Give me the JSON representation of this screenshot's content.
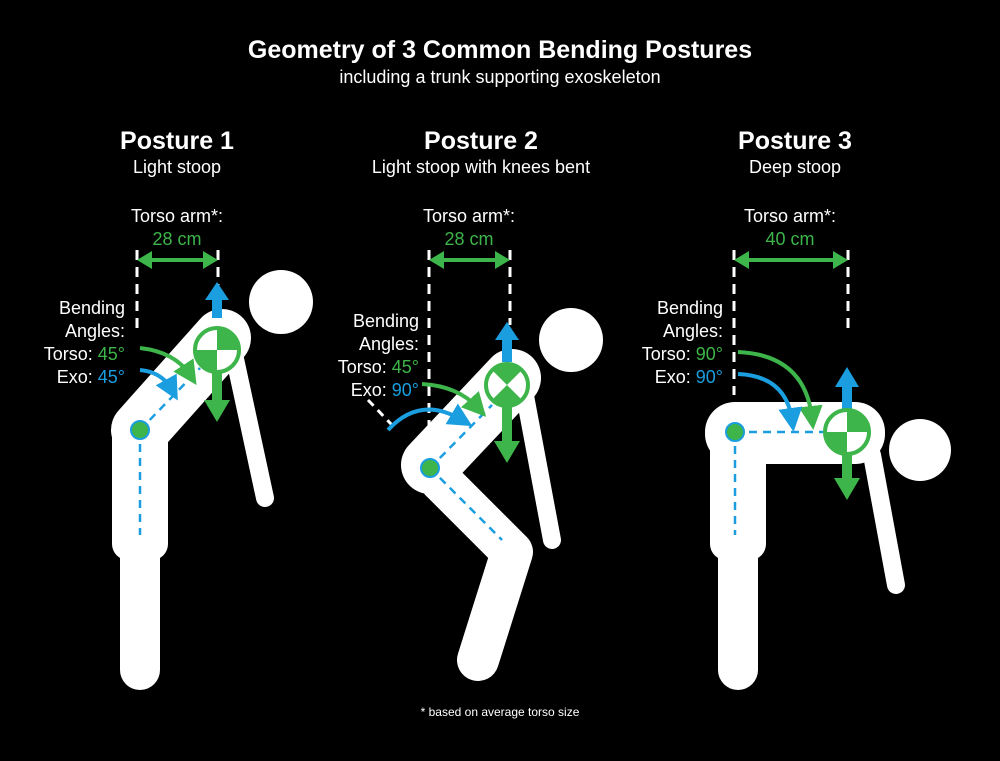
{
  "title": "Geometry of 3 Common Bending Postures",
  "subtitle": "including a trunk supporting exoskeleton",
  "colors": {
    "background": "#000000",
    "figure": "#ffffff",
    "torso": "#3db54a",
    "exo": "#1a9ee0"
  },
  "postures": [
    {
      "title": "Posture 1",
      "subtitle": "Light stoop",
      "arm_label": "Torso arm*:",
      "arm_value": "28 cm",
      "bending_label_1": "Bending",
      "bending_label_2": "Angles:",
      "torso_label": "Torso:",
      "torso_angle": "45°",
      "exo_label": "Exo:",
      "exo_angle": "45°"
    },
    {
      "title": "Posture 2",
      "subtitle": "Light stoop with knees bent",
      "arm_label": "Torso arm*:",
      "arm_value": "28 cm",
      "bending_label_1": "Bending",
      "bending_label_2": "Angles:",
      "torso_label": "Torso:",
      "torso_angle": "45°",
      "exo_label": "Exo:",
      "exo_angle": "90°"
    },
    {
      "title": "Posture 3",
      "subtitle": "Deep stoop",
      "arm_label": "Torso arm*:",
      "arm_value": "40 cm",
      "bending_label_1": "Bending",
      "bending_label_2": "Angles:",
      "torso_label": "Torso:",
      "torso_angle": "90°",
      "exo_label": "Exo:",
      "exo_angle": "90°"
    }
  ],
  "footnote": "* based on average torso size"
}
